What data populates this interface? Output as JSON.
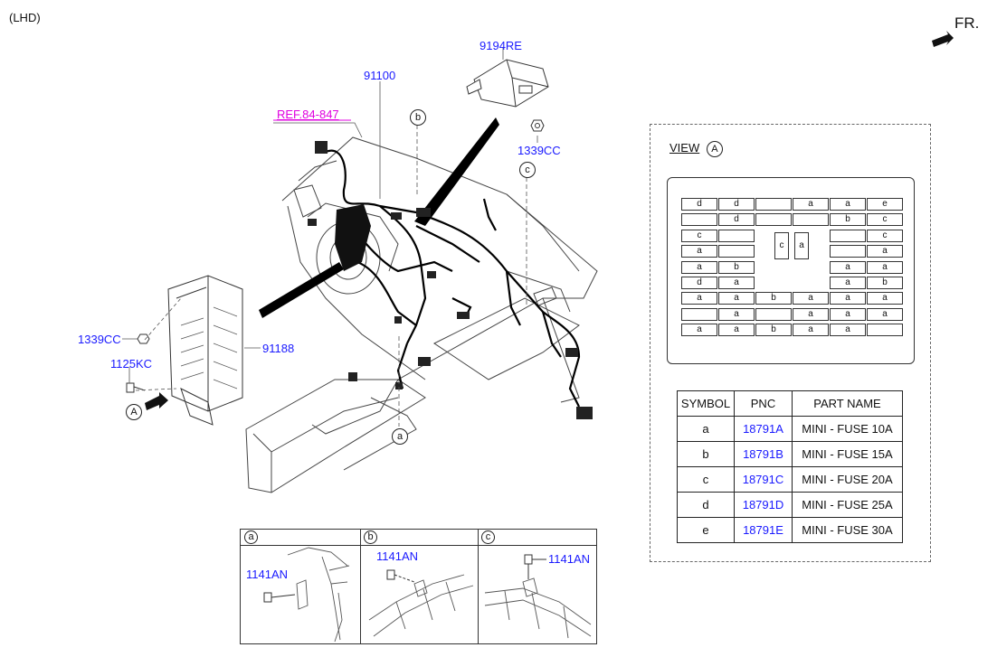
{
  "header": {
    "variant": "(LHD)",
    "front_label": "FR."
  },
  "part_labels": {
    "harness_main": "91100",
    "sensor": "9194RE",
    "ref": "REF.84-847",
    "nut_top": "1339CC",
    "nut_left": "1339CC",
    "junction_box": "91188",
    "bolt": "1125KC"
  },
  "callouts": {
    "a": "a",
    "b": "b",
    "c": "c",
    "view_marker": "A"
  },
  "view_a": {
    "title": "VIEW",
    "marker": "A",
    "fuse_rows": [
      [
        "d",
        "d",
        "",
        "a",
        "a",
        "e"
      ],
      [
        "",
        "d",
        "",
        "",
        "b",
        "c"
      ],
      [
        "c",
        "",
        "",
        "",
        "",
        "c"
      ],
      [
        "a",
        "",
        "",
        "",
        "",
        "a"
      ],
      [
        "a",
        "b",
        "",
        "",
        "a",
        "a"
      ],
      [
        "d",
        "a",
        "",
        "",
        "a",
        "b"
      ],
      [
        "a",
        "a",
        "b",
        "a",
        "a",
        "a"
      ],
      [
        "",
        "a",
        "",
        "a",
        "a",
        "a"
      ],
      [
        "a",
        "a",
        "b",
        "a",
        "a",
        ""
      ]
    ],
    "big_fuses": [
      "c",
      "a"
    ]
  },
  "legend": {
    "headers": [
      "SYMBOL",
      "PNC",
      "PART NAME"
    ],
    "rows": [
      {
        "symbol": "a",
        "pnc": "18791A",
        "name": "MINI - FUSE 10A"
      },
      {
        "symbol": "b",
        "pnc": "18791B",
        "name": "MINI - FUSE 15A"
      },
      {
        "symbol": "c",
        "pnc": "18791C",
        "name": "MINI - FUSE 20A"
      },
      {
        "symbol": "d",
        "pnc": "18791D",
        "name": "MINI - FUSE 25A"
      },
      {
        "symbol": "e",
        "pnc": "18791E",
        "name": "MINI - FUSE 30A"
      }
    ]
  },
  "details": [
    {
      "marker": "a",
      "part": "1141AN"
    },
    {
      "marker": "b",
      "part": "1141AN"
    },
    {
      "marker": "c",
      "part": "1141AN"
    }
  ]
}
